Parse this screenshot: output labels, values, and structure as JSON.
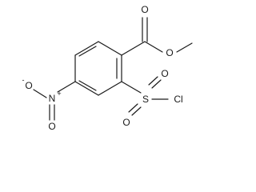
{
  "atoms": {
    "carbonyl_o": "O",
    "ester_o": "O",
    "nitro_n": "N",
    "nitro_n_charge": "+",
    "nitro_o_left": "O",
    "nitro_o_left_charge": "-",
    "nitro_o_bottom": "O",
    "sulfur": "S",
    "sulfonyl_o_left": "O",
    "sulfonyl_o_right": "O",
    "chlorine": "Cl"
  },
  "colors": {
    "ink": "#1a1a1a",
    "background": "#ffffff"
  }
}
